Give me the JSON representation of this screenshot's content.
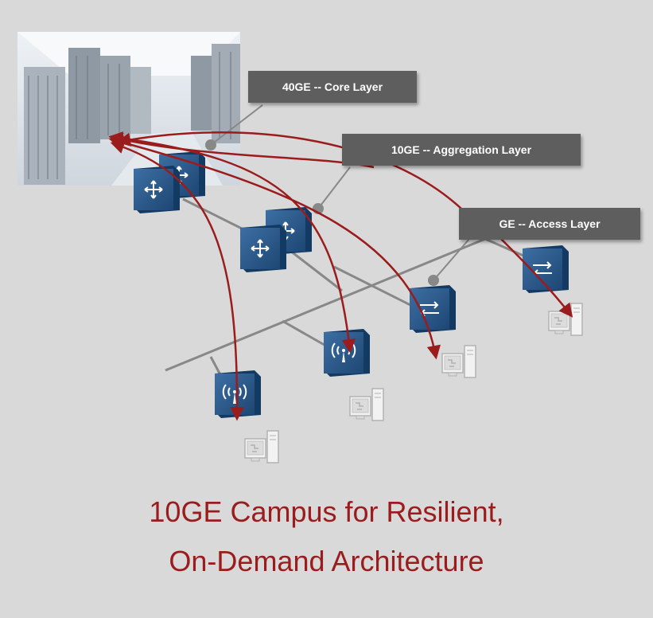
{
  "labels": {
    "core": "40GE -- Core Layer",
    "aggregation": "10GE -- Aggregation Layer",
    "access": "GE -- Access Layer"
  },
  "title": {
    "line1": "10GE Campus for Resilient,",
    "line2": "On-Demand Architecture"
  },
  "colors": {
    "background": "#d9d9d9",
    "label_bg": "#5e5e5e",
    "title": "#9b1c1c",
    "arrow": "#9b1c1c",
    "device": "#1f4e79",
    "link": "#888888"
  },
  "icons": {
    "datacenter": "server-room-photo",
    "core_switch": "router-icon",
    "aggregation_switch": "router-icon",
    "access_switch": "switch-icon",
    "access_point": "wireless-ap-icon",
    "endpoint": "pc-icon"
  }
}
